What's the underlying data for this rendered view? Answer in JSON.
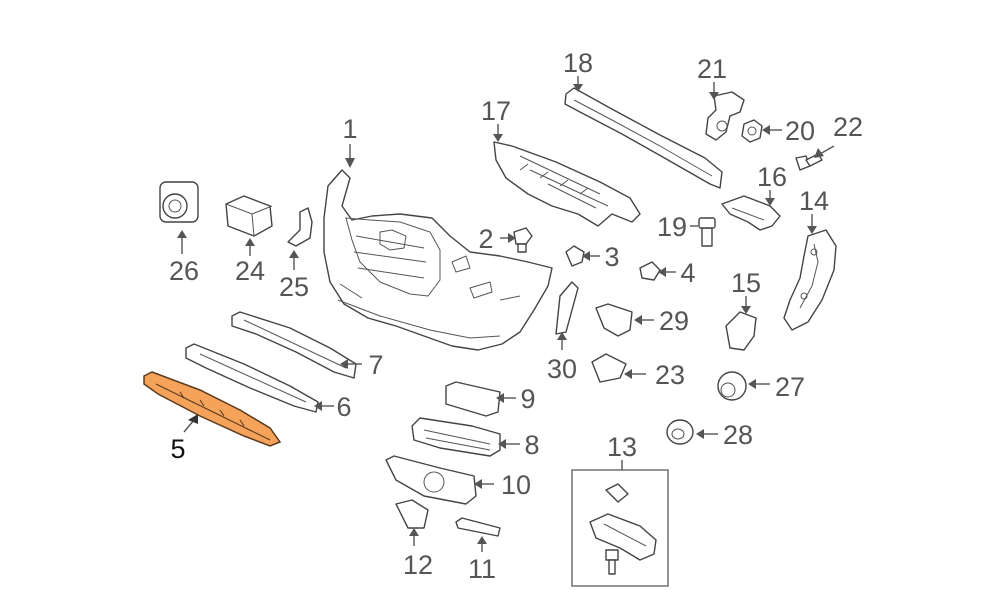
{
  "callouts": [
    {
      "id": "c1",
      "label": "1"
    },
    {
      "id": "c2",
      "label": "2"
    },
    {
      "id": "c3",
      "label": "3"
    },
    {
      "id": "c4",
      "label": "4"
    },
    {
      "id": "c5",
      "label": "5",
      "highlighted": true
    },
    {
      "id": "c6",
      "label": "6"
    },
    {
      "id": "c7",
      "label": "7"
    },
    {
      "id": "c8",
      "label": "8"
    },
    {
      "id": "c9",
      "label": "9"
    },
    {
      "id": "c10",
      "label": "10"
    },
    {
      "id": "c11",
      "label": "11"
    },
    {
      "id": "c12",
      "label": "12"
    },
    {
      "id": "c13",
      "label": "13"
    },
    {
      "id": "c14",
      "label": "14"
    },
    {
      "id": "c15",
      "label": "15"
    },
    {
      "id": "c16",
      "label": "16"
    },
    {
      "id": "c17",
      "label": "17"
    },
    {
      "id": "c18",
      "label": "18"
    },
    {
      "id": "c19",
      "label": "19"
    },
    {
      "id": "c20",
      "label": "20"
    },
    {
      "id": "c21",
      "label": "21"
    },
    {
      "id": "c22",
      "label": "22"
    },
    {
      "id": "c23",
      "label": "23"
    },
    {
      "id": "c24",
      "label": "24"
    },
    {
      "id": "c25",
      "label": "25"
    },
    {
      "id": "c26",
      "label": "26"
    },
    {
      "id": "c27",
      "label": "27"
    },
    {
      "id": "c28",
      "label": "28"
    },
    {
      "id": "c29",
      "label": "29"
    },
    {
      "id": "c30",
      "label": "30"
    }
  ],
  "highlight_color": "#f5a35a",
  "line_color": "#555555"
}
